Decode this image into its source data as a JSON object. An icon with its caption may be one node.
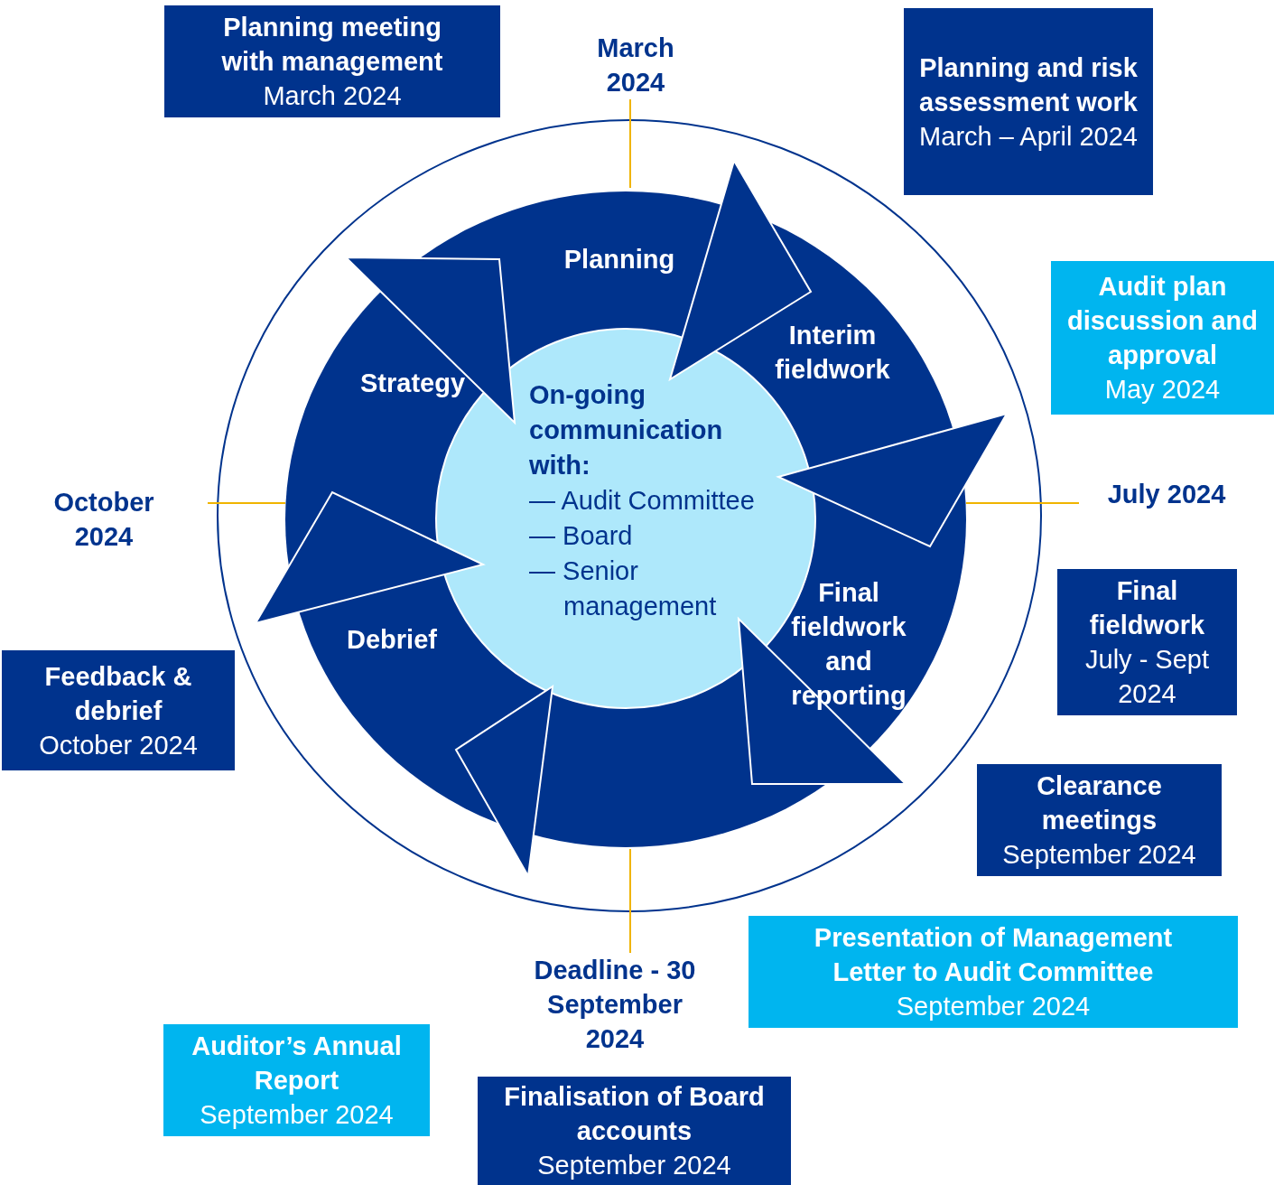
{
  "diagram": {
    "nodes": [
      {
        "text": [
          "Planning meeting with management",
          "March 2024"
        ]
      },
      {
        "text": [
          "Planning and risk assessment work",
          "March – April 2024"
        ]
      },
      {
        "text": [
          "Audit plan discussion and approval",
          "May 2024"
        ]
      },
      {
        "text": [
          "Final fieldwork",
          "July - Sept 2024"
        ]
      },
      {
        "text": [
          "Clearance meetings",
          "September 2024"
        ]
      },
      {
        "text": [
          "Presentation of Management Letter to Audit Committee",
          "September 2024"
        ]
      },
      {
        "text": [
          "Finalisation of Board accounts",
          "September 2024"
        ]
      },
      {
        "text": [
          "Auditor’s Annual Report",
          "September 2024"
        ]
      },
      {
        "text": [
          "Feedback & debrief",
          "October 2024"
        ]
      },
      {
        "text": [
          "On-going communication with:",
          "— Audit Committee",
          "— Board",
          "— Senior management"
        ]
      }
    ],
    "labels": [
      "March 2024",
      "Planning",
      "Interim fieldwork",
      "Strategy",
      "July 2024",
      "October 2024",
      "Final fieldwork and reporting",
      "Debrief",
      "Deadline - 30 September 2024"
    ]
  }
}
